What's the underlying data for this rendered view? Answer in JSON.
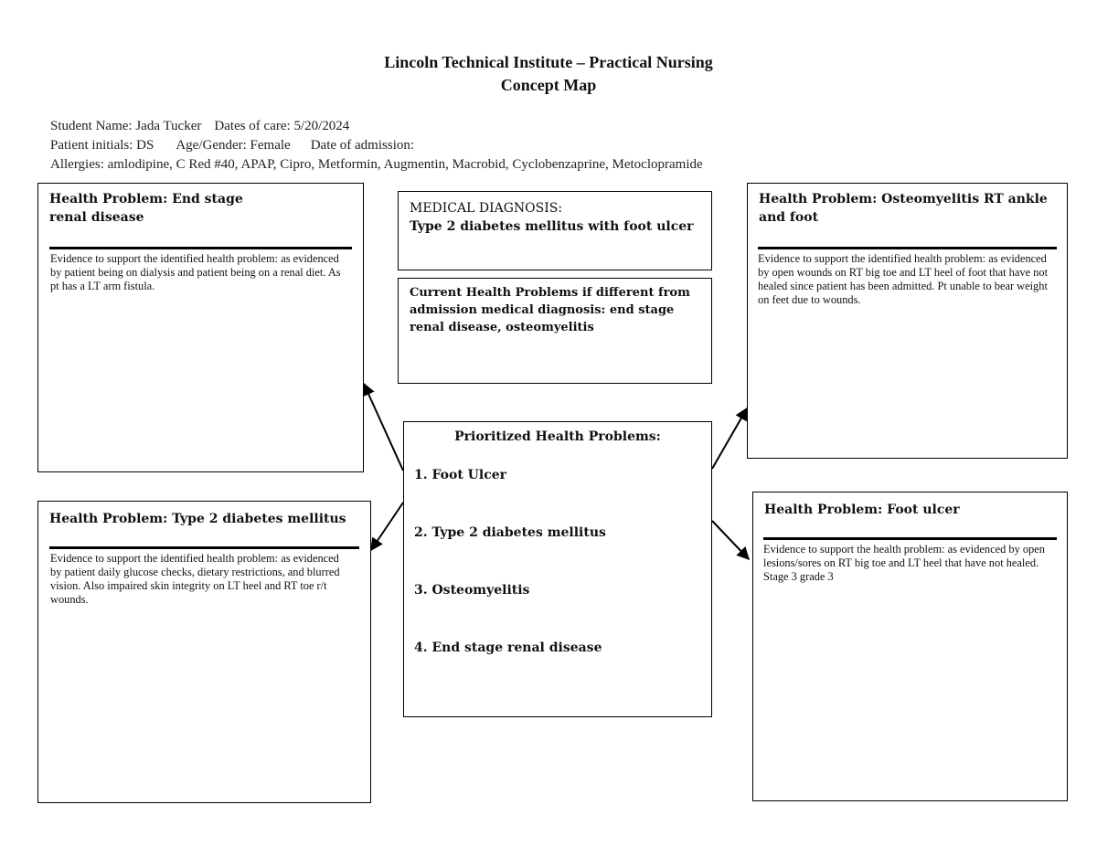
{
  "header": {
    "title_line1": "Lincoln Technical Institute – Practical Nursing",
    "title_line2": "Concept Map"
  },
  "patient": {
    "student_name": "Student Name: Jada Tucker",
    "dates_of_care": "Dates of care: 5/20/2024",
    "initials": "Patient initials: DS",
    "age_gender": "Age/Gender: Female",
    "date_of_admission": "Date of admission:",
    "allergies": "Allergies: amlodipine, C Red #40, APAP, Cipro, Metformin, Augmentin, Macrobid, Cyclobenzaprine, Metoclopramide"
  },
  "medical_diagnosis": {
    "label": "MEDICAL DIAGNOSIS:",
    "value": "Type 2 diabetes mellitus with foot ulcer"
  },
  "current_problems": {
    "text": "Current Health Problems if different from admission medical diagnosis: end stage renal disease, osteomyelitis"
  },
  "prioritized": {
    "heading": "Prioritized Health Problems:",
    "items": [
      "1. Foot Ulcer",
      "2. Type 2 diabetes mellitus",
      "3. Osteomyelitis",
      "4. End stage renal disease"
    ]
  },
  "health_problems": {
    "renal": {
      "title_line1": "Health Problem: End stage",
      "title_line2": "renal disease",
      "evidence": "Evidence to support the identified health problem: as evidenced by patient being on dialysis and patient being on a renal diet. As pt has a LT arm fistula."
    },
    "diabetes": {
      "title": "Health Problem: Type 2 diabetes mellitus",
      "evidence": "Evidence to support the identified health problem: as evidenced by patient daily glucose checks, dietary restrictions, and blurred vision. Also impaired skin integrity on LT heel and RT toe r/t wounds."
    },
    "osteomyelitis": {
      "title_line1": "Health Problem: Osteomyelitis RT ankle",
      "title_line2": "and foot",
      "evidence": "Evidence to support the identified health problem: as evidenced by open wounds on RT big toe and LT heel of foot that have not healed since patient has been admitted. Pt unable to bear weight on feet due to wounds."
    },
    "foot_ulcer": {
      "title": "Health Problem: Foot ulcer",
      "evidence": "Evidence to support the health problem: as evidenced by open lesions/sores on RT big toe and LT heel that have not healed. Stage 3 grade 3"
    }
  }
}
